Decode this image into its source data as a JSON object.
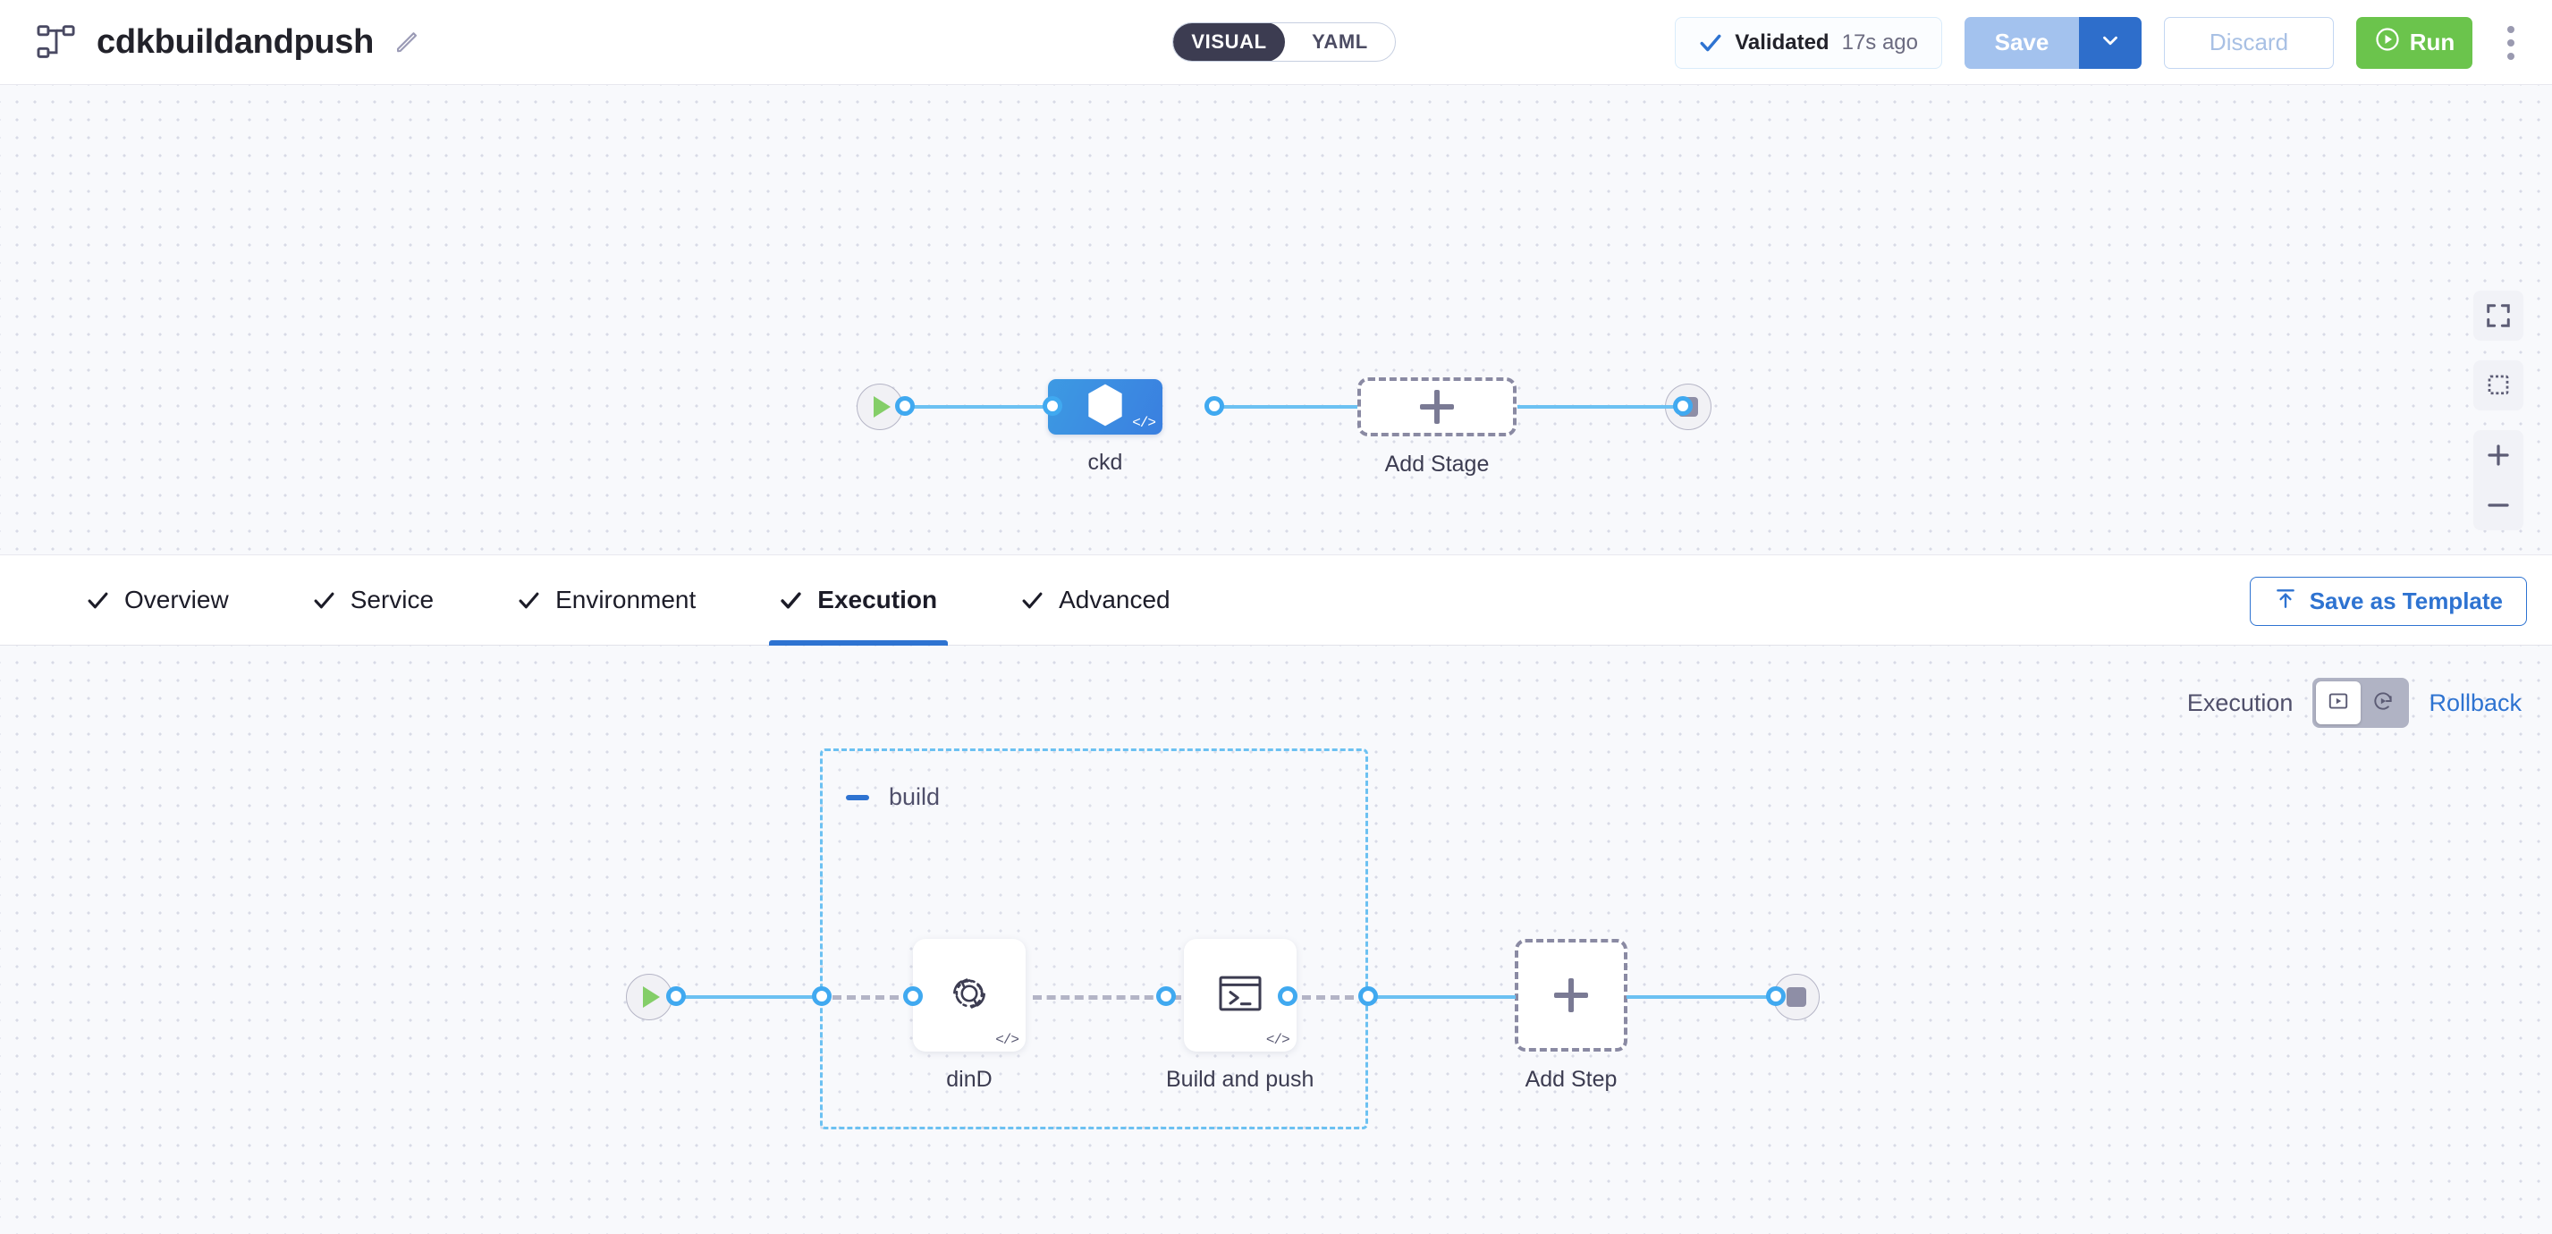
{
  "header": {
    "pipeline_icon": "pipeline-nodes-icon",
    "title": "cdkbuildandpush",
    "edit_icon": "pencil-edit-icon",
    "mode_toggle": {
      "visual": "VISUAL",
      "yaml": "YAML",
      "selected": "VISUAL"
    },
    "validated": {
      "icon": "check-icon",
      "label": "Validated",
      "time": "17s ago"
    },
    "save": {
      "label": "Save",
      "caret_icon": "chevron-down-icon"
    },
    "discard": {
      "label": "Discard"
    },
    "run": {
      "label": "Run",
      "icon": "play-circle-icon"
    },
    "more_icon": "vertical-dots-icon"
  },
  "stage_canvas": {
    "start_node": {
      "name": "start",
      "icon": "play-icon"
    },
    "stage": {
      "name": "ckd",
      "icon": "harness-cd-hexagon-icon",
      "badge": "</>"
    },
    "add_stage": {
      "label": "Add Stage",
      "icon": "plus-icon"
    },
    "end_node": {
      "name": "end",
      "icon": "stop-icon"
    },
    "tools": {
      "fit": "fit-to-screen-icon",
      "select": "marquee-select-icon",
      "zoom_in": "zoom-in-icon",
      "zoom_out": "zoom-out-icon"
    }
  },
  "tabs": [
    {
      "label": "Overview",
      "icon": "check-icon",
      "active": false
    },
    {
      "label": "Service",
      "icon": "check-icon",
      "active": false
    },
    {
      "label": "Environment",
      "icon": "check-icon",
      "active": false
    },
    {
      "label": "Execution",
      "icon": "check-icon",
      "active": true
    },
    {
      "label": "Advanced",
      "icon": "check-icon",
      "active": false
    }
  ],
  "save_as_template": {
    "label": "Save as Template",
    "icon": "upload-template-icon"
  },
  "execution_row": {
    "execution_label": "Execution",
    "rollback_label": "Rollback",
    "toggle": {
      "execution_icon": "play-in-box-icon",
      "rollback_icon": "play-rotate-icon",
      "selected": "execution"
    }
  },
  "step_canvas": {
    "start_node": {
      "name": "start",
      "icon": "play-icon"
    },
    "group": {
      "name": "build",
      "collapse_icon": "minus-icon"
    },
    "steps": [
      {
        "name": "dinD",
        "icon": "gear-rotate-icon",
        "badge": "</>"
      },
      {
        "name": "Build and push",
        "icon": "terminal-icon",
        "badge": "</>"
      }
    ],
    "add_step": {
      "label": "Add Step",
      "icon": "plus-icon"
    },
    "end_node": {
      "name": "end",
      "icon": "stop-icon"
    }
  },
  "colors": {
    "accent_blue": "#2e73d1",
    "connector_blue": "#6cc1f2",
    "run_green": "#6bc44c",
    "stage_blue": "#3a7fe0",
    "canvas_bg": "#f8f9fc",
    "toggle_dark": "#3c3c51"
  }
}
